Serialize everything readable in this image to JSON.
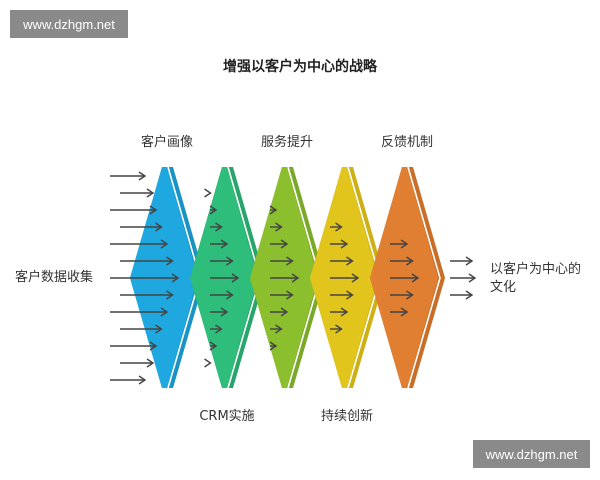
{
  "watermark": "www.dzhgm.net",
  "title": "增强以客户为中心的战略",
  "input_label": "客户数据收集",
  "output_label_line1": "以客户为中心的",
  "output_label_line2": "文化",
  "stages": [
    {
      "label": "客户画像",
      "position": "top",
      "color": "#1fa8df",
      "strip": "#1893c4"
    },
    {
      "label": "CRM实施",
      "position": "bottom",
      "color": "#2ebd7a",
      "strip": "#27a56a"
    },
    {
      "label": "服务提升",
      "position": "top",
      "color": "#8cbf2e",
      "strip": "#7aa828"
    },
    {
      "label": "持续创新",
      "position": "bottom",
      "color": "#e2c51c",
      "strip": "#cdb015"
    },
    {
      "label": "反馈机制",
      "position": "top",
      "color": "#e07f32",
      "strip": "#c96e28"
    }
  ],
  "arrow_counts": [
    13,
    11,
    9,
    7,
    5,
    3
  ],
  "arrow_color": "#444444"
}
